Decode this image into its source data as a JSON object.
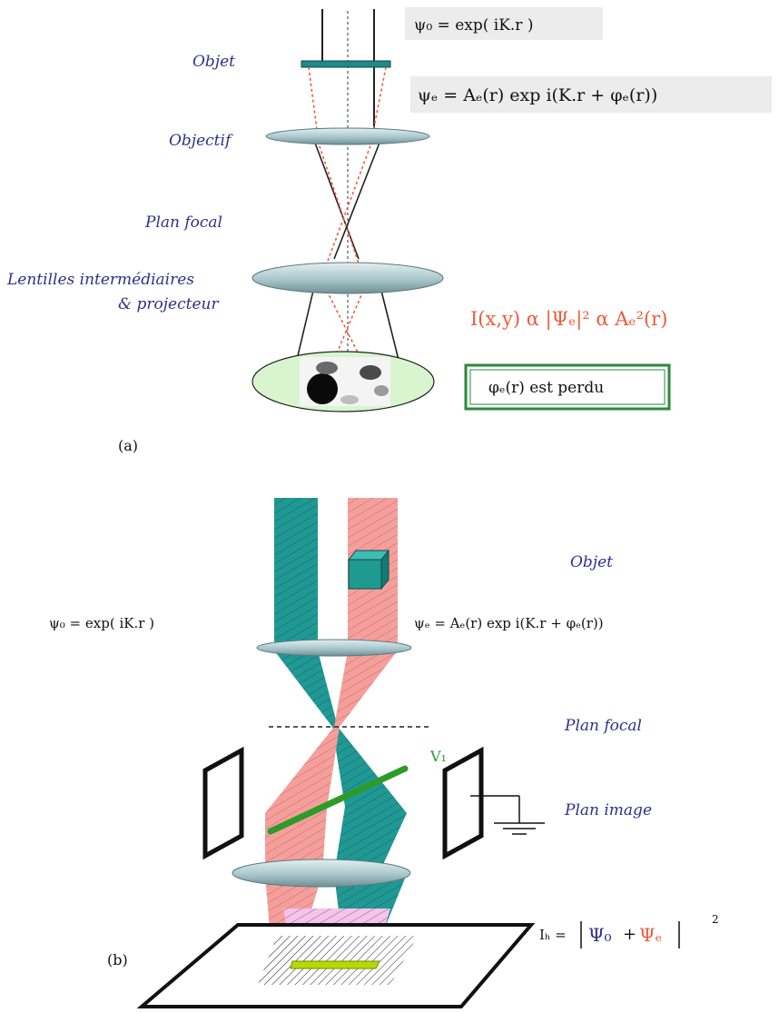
{
  "panel_a": {
    "caption": "(a)",
    "labels": {
      "object": "Objet",
      "objective": "Objectif",
      "focal_plane": "Plan focal",
      "lenses_line1": "Lentilles intermédiaires",
      "lenses_line2": "& projecteur"
    },
    "formula_incident": "ψ₀ = exp( iK.r )",
    "formula_exit": "ψₑ = Aₑ(r) exp i(K.r + φₑ(r))",
    "intensity_formula": "I(x,y) α |Ψₑ|² α Aₑ²(r)",
    "phase_lost_note": "φₑ(r) est perdu"
  },
  "panel_b": {
    "caption": "(b)",
    "labels": {
      "object": "Objet",
      "focal_plane": "Plan focal",
      "image_plane": "Plan image"
    },
    "formula_reference": "ψ₀ = exp( iK.r )",
    "formula_object": "ψₑ = Aₑ(r) exp i(K.r + φₑ(r))",
    "voltage_label": "V₁",
    "hologram_formula_prefix": "Iₕ =",
    "hologram_formula_psi_o": "Ψ₀",
    "hologram_formula_plus": "+",
    "hologram_formula_psi_e": "Ψₑ",
    "hologram_formula_exp": "2"
  },
  "colors": {
    "label_blue": "#2f2f8f",
    "accent_red": "#ef5a3c",
    "teal": "#1e9a91",
    "salmon": "#f4a09a",
    "screen_green": "#d8f5d0",
    "box_green": "#2a8a3a",
    "wire_green": "#2e9a2a",
    "lens_fill": "#bcd5d8"
  }
}
